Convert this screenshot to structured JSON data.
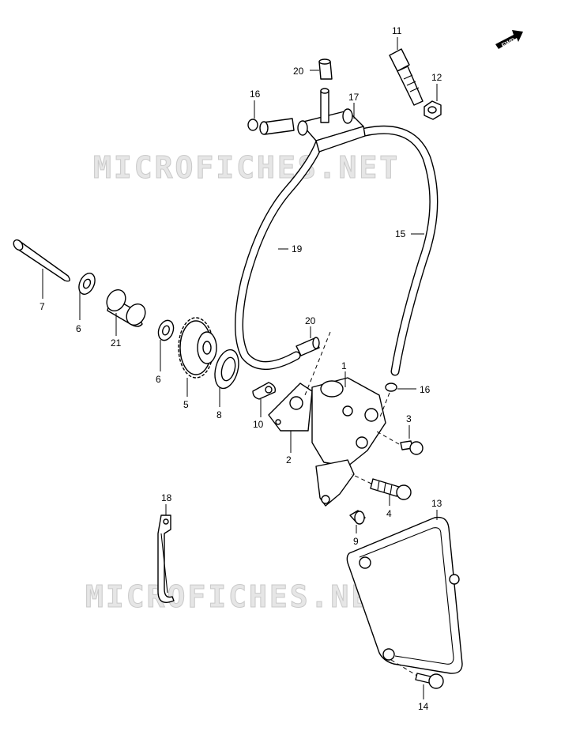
{
  "watermark": "MICROFICHES.NET",
  "direction_arrow": "FWD",
  "callouts": {
    "c1": "1",
    "c2": "2",
    "c3": "3",
    "c4": "4",
    "c5": "5",
    "c6a": "6",
    "c6b": "6",
    "c7": "7",
    "c8": "8",
    "c9": "9",
    "c10": "10",
    "c11": "11",
    "c12": "12",
    "c13": "13",
    "c14": "14",
    "c15": "15",
    "c16a": "16",
    "c16b": "16",
    "c17": "17",
    "c18": "18",
    "c19": "19",
    "c20a": "20",
    "c20b": "20",
    "c21": "21"
  },
  "colors": {
    "line": "#000000",
    "background": "#ffffff",
    "watermark": "#d0d0d0"
  }
}
